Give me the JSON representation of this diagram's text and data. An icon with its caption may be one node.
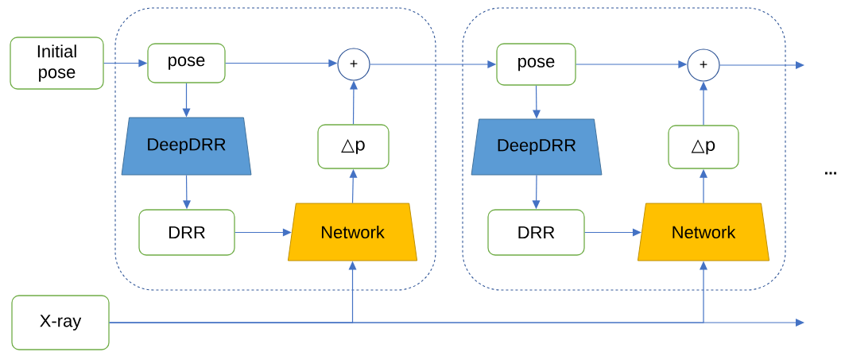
{
  "diagram": {
    "nodes": [
      {
        "text": [
          "Initial pose"
        ]
      },
      {
        "text": [],
        "shape": "box"
      },
      {
        "text": [
          "pose"
        ],
        "in": 1
      },
      {
        "text": [
          "+"
        ],
        "in": 1
      },
      {
        "text": [
          "DeepDRR"
        ],
        "in": 1
      },
      {
        "text": [
          "△p"
        ],
        "in": 1
      },
      {
        "text": [
          "DRR"
        ],
        "in": 1
      },
      {
        "text": [
          "Network"
        ],
        "in": 1
      },
      {
        "text": [],
        "shape": "box"
      },
      {
        "text": [
          "pose"
        ],
        "in": 8
      },
      {
        "text": [
          "+"
        ],
        "in": 8
      },
      {
        "text": [
          "DeepDRR"
        ],
        "in": 8
      },
      {
        "text": [
          "△p"
        ],
        "in": 8
      },
      {
        "text": [
          "DRR"
        ],
        "in": 8
      },
      {
        "text": [
          "Network"
        ],
        "in": 8
      },
      {
        "text": [
          "X-ray"
        ]
      }
    ],
    "edges": [
      {
        "from": 0,
        "to": 2,
        "arrow": "to"
      },
      {
        "from": 2,
        "to": 3,
        "arrow": "to"
      },
      {
        "from": 2,
        "to": 4,
        "arrow": "to"
      },
      {
        "from": 4,
        "to": 6,
        "arrow": "to"
      },
      {
        "from": 6,
        "to": 7,
        "arrow": "to"
      },
      {
        "from": 7,
        "to": 5,
        "arrow": "to"
      },
      {
        "from": 5,
        "to": 3,
        "arrow": "to"
      },
      {
        "from": 15,
        "to": 7,
        "arrow": "to"
      },
      {
        "from": 3,
        "to": 9,
        "arrow": "to"
      },
      {
        "from": 9,
        "to": 10,
        "arrow": "to"
      },
      {
        "from": 9,
        "to": 11,
        "arrow": "to"
      },
      {
        "from": 11,
        "to": 13,
        "arrow": "to"
      },
      {
        "from": 13,
        "to": 14,
        "arrow": "to"
      },
      {
        "from": 14,
        "to": 12,
        "arrow": "to"
      },
      {
        "from": 12,
        "to": 10,
        "arrow": "to"
      },
      {
        "from": 15,
        "to": 14,
        "arrow": "to"
      },
      {
        "from": 10,
        "to": null,
        "arrow": "to"
      },
      {
        "from": 15,
        "to": null,
        "arrow": "to"
      }
    ],
    "labels": [
      "..."
    ]
  }
}
